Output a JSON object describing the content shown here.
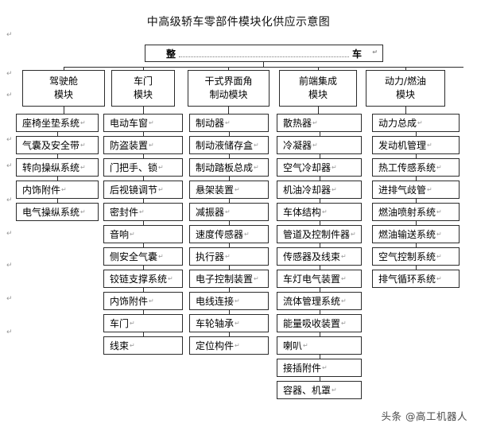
{
  "title": "中高级轿车零部件模块化供应示意图",
  "root": {
    "left_label": "整",
    "right_label": "车",
    "cr_mark": "↵"
  },
  "marks": {
    "cr": "↵",
    "pilcrow": "↵"
  },
  "columns": [
    {
      "header_line1": "驾驶舱",
      "header_line2": "模块",
      "items": [
        "座椅坐垫系统",
        "气囊及安全带",
        "转向操纵系统",
        "内饰附件",
        "电气操纵系统"
      ]
    },
    {
      "header_line1": "车门",
      "header_line2": "模块",
      "items": [
        "电动车窗",
        "防盗装置",
        "门把手、锁",
        "后视镜调节",
        "密封件",
        "音响",
        "侧安全气囊",
        "铰链支撑系统",
        "内饰附件",
        "车门",
        "线束"
      ]
    },
    {
      "header_line1": "干式界面角",
      "header_line2": "制动模块",
      "items": [
        "制动器",
        "制动液储存盒",
        "制动踏板总成",
        "悬架装置",
        "减振器",
        "速度传感器",
        "执行器",
        "电子控制装置",
        "电线连接",
        "车轮轴承",
        "定位构件"
      ]
    },
    {
      "header_line1": "前端集成",
      "header_line2": "模块",
      "items": [
        "散热器",
        "冷凝器",
        "空气冷却器",
        "机油冷却器",
        "车体结构",
        "管道及控制件器",
        "传感器及线束",
        "车灯电气装置",
        "流体管理系统",
        "能量吸收装置",
        "喇叭",
        "接插附件",
        "容器、机罩"
      ]
    },
    {
      "header_line1": "动力/燃油",
      "header_line2": "模块",
      "items": [
        "动力总成",
        "发动机管理",
        "热工传感系统",
        "进排气歧管",
        "燃油喷射系统",
        "燃油输送系统",
        "空气控制系统",
        "排气循环系统"
      ]
    }
  ],
  "watermark": "头条 @高工机器人",
  "colors": {
    "line": "#2b2b2b",
    "text": "#111111",
    "mark": "#9a9a9a",
    "background": "#ffffff"
  }
}
